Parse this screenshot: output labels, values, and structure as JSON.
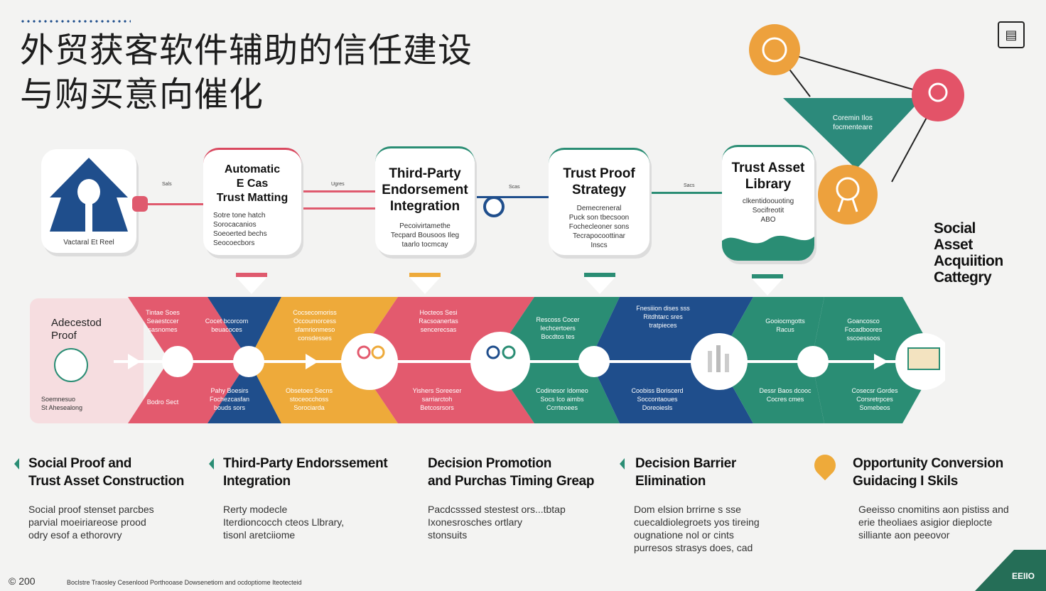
{
  "title": {
    "line1": "外贸获客软件辅助的信任建设",
    "line2": "与购买意向催化"
  },
  "corner_icon": "document-icon",
  "logo_card": {
    "caption": "Vactaral Et Reel"
  },
  "cards": [
    {
      "title": "Automatic\nE Cas\nTrust Matting",
      "lines": [
        "Sotre tone hatch",
        "Sorocacanios",
        "Soeoerted bechs",
        "Seocoecbors"
      ]
    },
    {
      "title": "Third-Party\nEndorsement\nIntegration",
      "lines": [
        "Pecoivirtamethe",
        "Tecpard Bousoos Ileg",
        "taarlo tocmcay"
      ]
    },
    {
      "title": "Trust Proof\nStrategy",
      "lines": [
        "Demecreneral",
        "Puck son tbecsoon",
        "Fochecleoner sons",
        "Tecrapocoottinar",
        "Inscs"
      ]
    },
    {
      "title": "Trust Asset\nLibrary",
      "lines": [
        "clkentidoouoting",
        "Socifreotit",
        "ABO"
      ]
    }
  ],
  "connector_labels": [
    "Sals",
    "Ugres",
    "Scas",
    "Sacs"
  ],
  "funnel": {
    "text": "Coremin Ilos\nfocmenteare"
  },
  "side_label": "Social\nAsset\nAcquiition\nCattegry",
  "band": {
    "start_label": "Adecestod\nProof",
    "start_sub": "Soemnesuo\nSt Ahesealong",
    "segments": [
      {
        "top": "Tintae Soes\nSeaestccer\nsasnomes",
        "bottom": "Bodro Sect"
      },
      {
        "top": "Cocet bcorcom\nbeuacoces",
        "bottom": "Pahy Boesirs\nFochezcasfan\nbouds sors"
      },
      {
        "top": "Cocsecomoriss\nOccoumorcess\nsfamrionmeso\nconsdesses",
        "bottom": "Obsetoes Secns\nstoceocchoss\nSorociarda"
      },
      {
        "top": "Hocteos Sesi\nRacsoanertas\nsencerecsas",
        "bottom": "Yishers Soreeser\nsarriarctoh\nBetcosrsors"
      },
      {
        "top": "Rescoss Cocer\nIechcertoers\nBocdtos tes",
        "bottom": "Codinesor Idomeo\nSocs Ico aimbs\nCcrrteoees"
      },
      {
        "top": "Fnesiiion dises sss\nRitdhtarc sres\ntratpieces",
        "bottom": "Coobiss Boriscerd\nSoccontaoues\nDoreoiesls"
      },
      {
        "top": "Gooiocmgotts\nRacus",
        "bottom": "Dessr Baos dcooc\nCocres cmes"
      },
      {
        "top": "Goancosco\nFocadboores\nsscoessoos",
        "bottom": "Cosecsr Gordes\nCorsretrpces\nSomebeos"
      }
    ]
  },
  "columns": [
    {
      "title": "Social Proof and\nTrust Asset Construction",
      "body": "Social proof stenset parcbes\nparvial moeiriareose prood\nodry esof a ethorovry"
    },
    {
      "title": "Third-Party Endorssement\nIntegration",
      "body": "Rerty modecle\nIterdioncocch cteos Llbrary,\ntisonl aretciiome"
    },
    {
      "title": "Decision Promotion\nand Purchas Timing Greap",
      "body": "Pacdcsssed stestest ors...tbtap\nIxonesrosches ortlary\nstonsuits"
    },
    {
      "title": "Decision Barrier\nElimination",
      "body": "Dom elsion brrirne s sse\ncuecaldiolegroets yos tireing\nougnatione nol or cints\npurresos strasys does, cad"
    },
    {
      "title": "Opportunity Conversion\nGuidacing I Skils",
      "body": "Geeisso cnomitins aon pistiss and\nerie theoliaes asigior dieplocte\nsilliante aon peeovor"
    }
  ],
  "footer": {
    "left": "© 200",
    "middle": "Boclstre Traosley Cesenlood Porthooase Dowsenetiom and ocdoptiome Iteotecteid",
    "tab": "EEIIO"
  },
  "colors": {
    "red": "#df5a6e",
    "navy": "#1f4e8c",
    "gold": "#eeaa3a",
    "teal": "#2a8d74",
    "pink": "#e6596e"
  }
}
